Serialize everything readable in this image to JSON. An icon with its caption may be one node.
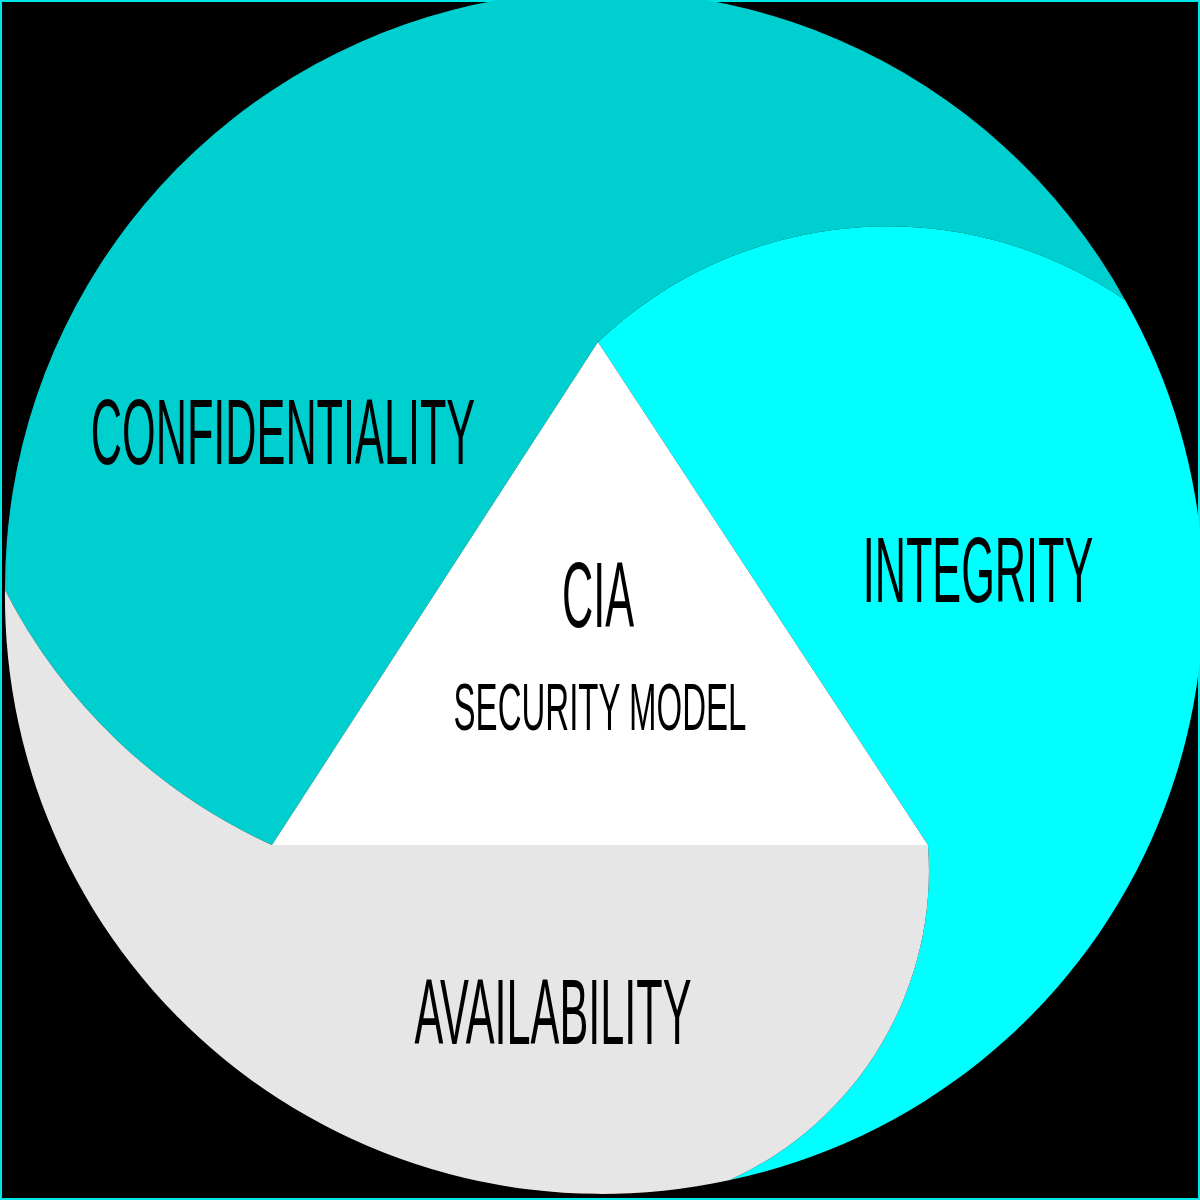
{
  "diagram": {
    "nodes": [
      {
        "text": [
          "CONFIDENTIALITY"
        ]
      },
      {
        "text": [
          "INTEGRITY"
        ]
      },
      {
        "text": [
          "CIA",
          "SECURITY MODEL"
        ]
      },
      {
        "text": [
          "AVAILABILITY"
        ]
      }
    ]
  }
}
